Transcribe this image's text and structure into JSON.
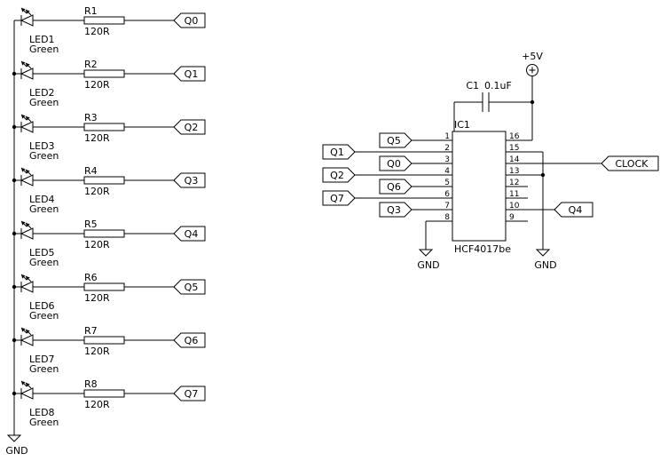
{
  "schematic": {
    "colors": {
      "ink": "#000000",
      "background": "#ffffff"
    },
    "led_rows": [
      {
        "led": "LED1",
        "color_label": "Green",
        "resistor": "R1",
        "value": "120R",
        "net": "Q0"
      },
      {
        "led": "LED2",
        "color_label": "Green",
        "resistor": "R2",
        "value": "120R",
        "net": "Q1"
      },
      {
        "led": "LED3",
        "color_label": "Green",
        "resistor": "R3",
        "value": "120R",
        "net": "Q2"
      },
      {
        "led": "LED4",
        "color_label": "Green",
        "resistor": "R4",
        "value": "120R",
        "net": "Q3"
      },
      {
        "led": "LED5",
        "color_label": "Green",
        "resistor": "R5",
        "value": "120R",
        "net": "Q4"
      },
      {
        "led": "LED6",
        "color_label": "Green",
        "resistor": "R6",
        "value": "120R",
        "net": "Q5"
      },
      {
        "led": "LED7",
        "color_label": "Green",
        "resistor": "R7",
        "value": "120R",
        "net": "Q6"
      },
      {
        "led": "LED8",
        "color_label": "Green",
        "resistor": "R8",
        "value": "120R",
        "net": "Q7"
      }
    ],
    "ic": {
      "designator": "IC1",
      "part": "HCF4017be",
      "left_pins": [
        {
          "number": 1,
          "net": "Q5"
        },
        {
          "number": 2,
          "net": "Q1"
        },
        {
          "number": 3,
          "net": "Q0"
        },
        {
          "number": 4,
          "net": "Q2"
        },
        {
          "number": 5,
          "net": "Q6"
        },
        {
          "number": 6,
          "net": "Q7"
        },
        {
          "number": 7,
          "net": "Q3"
        },
        {
          "number": 8,
          "net": "GND"
        }
      ],
      "right_pins": [
        {
          "number": 16,
          "net": "+5V"
        },
        {
          "number": 15,
          "net": "GND"
        },
        {
          "number": 14,
          "net": "CLOCK"
        },
        {
          "number": 13,
          "net": "GND"
        },
        {
          "number": 12,
          "net": ""
        },
        {
          "number": 11,
          "net": ""
        },
        {
          "number": 10,
          "net": "Q4"
        },
        {
          "number": 9,
          "net": ""
        }
      ]
    },
    "capacitor": {
      "designator": "C1",
      "value": "0.1uF"
    },
    "power": {
      "vcc": "+5V",
      "gnd": "GND"
    }
  }
}
